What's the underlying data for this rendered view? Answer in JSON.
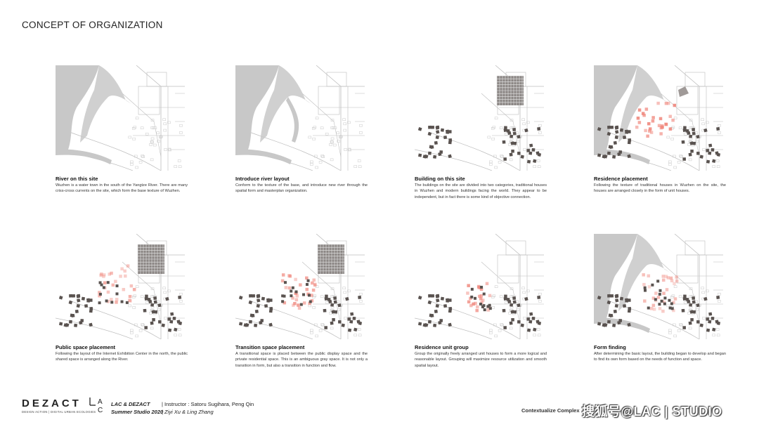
{
  "page_title": "CONCEPT OF ORGANIZATION",
  "panels": [
    {
      "title": "River on this site",
      "desc": "Wuzhen is a water town in the south of the Yangtze River. There are many criss-cross currents on the site, which form the base texture of Wuzhen.",
      "type": "river"
    },
    {
      "title": "Introduce river layout",
      "desc": "Conform to the texture of the base, and introduce new river through the spatial form and masterplan organization.",
      "type": "river2"
    },
    {
      "title": "Building on this site",
      "desc": "The buildings on the site are divided into two categories, traditional houses in Wuzhen and modern buildings facing the world. They appear to be independent, but in fact there is some kind of objective connection.",
      "type": "building"
    },
    {
      "title": "Residence placement",
      "desc": "Following the texture of traditional houses in Wuzhen on the site, the houses are arranged closely in the form of unit houses.",
      "type": "residence"
    },
    {
      "title": "Public space placement",
      "desc": "Following the layout of the Internet Exhibition Center in the north, the public shared space is arranged along the River.",
      "type": "public"
    },
    {
      "title": "Transition space placement",
      "desc": "A transitional space is placed between the public display space and the private residential space. This is an ambiguous gray space. It is not only a transition in form, but also a transition in function and flow.",
      "type": "transition"
    },
    {
      "title": "Residence unit group",
      "desc": "Group the originally freely arranged unit houses to form a more logical and reasonable layout. Grouping will maximize resource utilization and smooth spatial layout.",
      "type": "group"
    },
    {
      "title": "Form finding",
      "desc": "After determining the basic layout, the building began to develop and began to find its own form based on the needs of function and space.",
      "type": "form"
    }
  ],
  "footer": {
    "logo": "DEZACT",
    "logo_sub": "DESIGN ACTION | DIGITAL URBAN ECOLOGIES",
    "lac_letters": "LAC",
    "studio_line1": "LAC & DEZACT",
    "studio_line2": "Summer Studio 2020",
    "instructor": "| Instructor : Satoru Sugihara, Peng Qin",
    "students": "| Ziyi Xu & Ling Zhang",
    "context": "Contextualize Complex",
    "watermark": "搜狐号@LAC | STUDIO"
  },
  "colors": {
    "river": "#c8c8c8",
    "building": "#5a5350",
    "residence": "#f08a80",
    "line": "#bdbdbd"
  }
}
